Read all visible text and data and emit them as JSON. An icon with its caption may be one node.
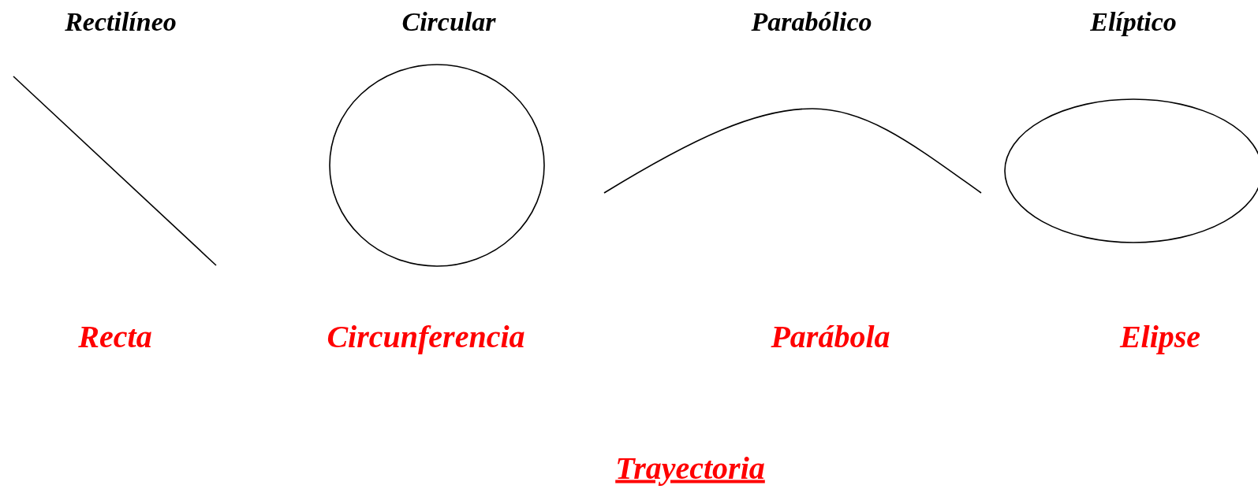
{
  "diagram": {
    "title": "Trayectoria",
    "labels": [
      "Rectilíneo",
      "Circular",
      "Parabólico",
      "Elíptico",
      "Recta",
      "Circunferencia",
      "Parábola",
      "Elipse"
    ]
  }
}
